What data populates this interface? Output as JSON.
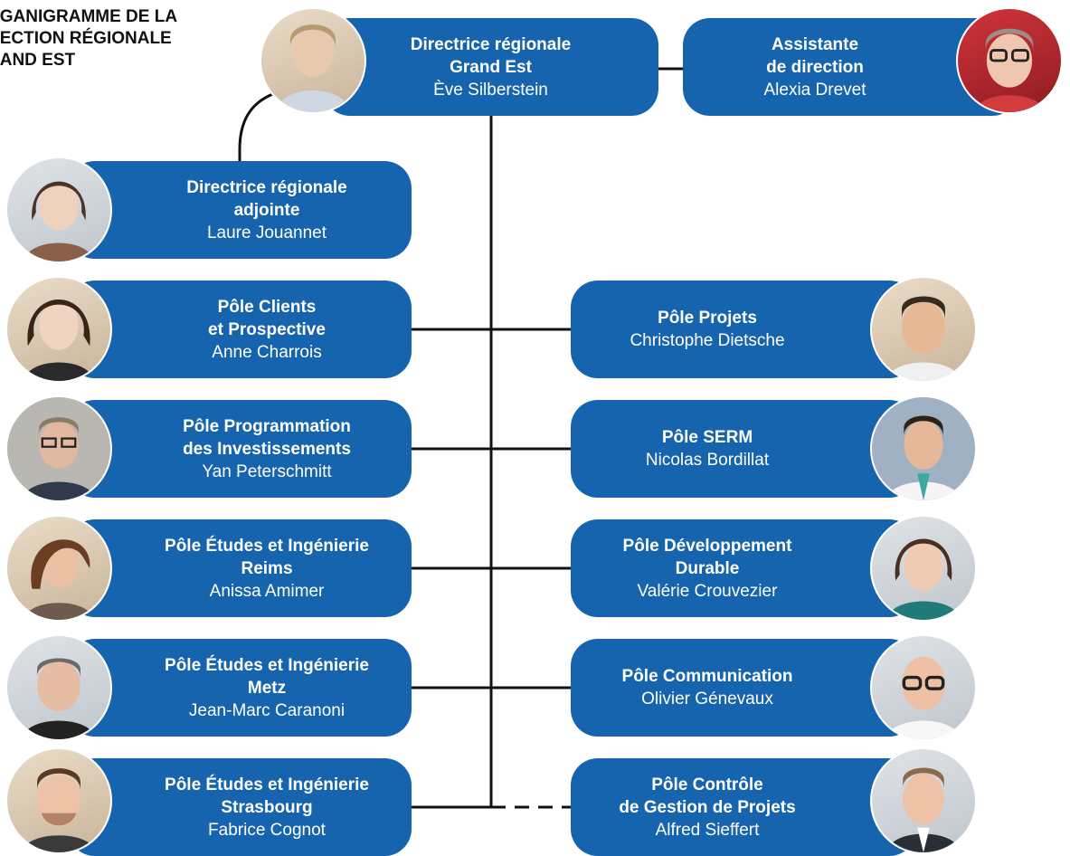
{
  "title": {
    "line1": "RGANIGRAMME DE LA",
    "line2": "RECTION RÉGIONALE",
    "line3": "RAND EST"
  },
  "colors": {
    "box": "#1664ae",
    "line": "#111111",
    "text": "#ffffff"
  },
  "nodes": {
    "director": {
      "line1": "Directrice régionale",
      "line2": "Grand Est",
      "name": "Ève Silberstein"
    },
    "assistant": {
      "line1": "Assistante",
      "line2": "de direction",
      "name": "Alexia Drevet"
    },
    "deputy": {
      "line1": "Directrice régionale",
      "line2": "adjointe",
      "name": "Laure Jouannet"
    },
    "clients": {
      "line1": "Pôle Clients",
      "line2": "et Prospective",
      "name": "Anne Charrois"
    },
    "programmation": {
      "line1": "Pôle Programmation",
      "line2": "des Investissements",
      "name": "Yan Peterschmitt"
    },
    "reims": {
      "line1": "Pôle Études et Ingénierie",
      "line2": "Reims",
      "name": "Anissa Amimer"
    },
    "metz": {
      "line1": "Pôle Études et Ingénierie",
      "line2": "Metz",
      "name": "Jean-Marc Caranoni"
    },
    "strasbourg": {
      "line1": "Pôle Études et Ingénierie",
      "line2": "Strasbourg",
      "name": "Fabrice Cognot"
    },
    "projets": {
      "line1": "Pôle Projets",
      "name": "Christophe Dietsche"
    },
    "serm": {
      "line1": "Pôle SERM",
      "name": "Nicolas Bordillat"
    },
    "dev_durable": {
      "line1": "Pôle Développement",
      "line2": "Durable",
      "name": "Valérie Crouvezier"
    },
    "communication": {
      "line1": "Pôle Communication",
      "name": "Olivier Génevaux"
    },
    "controle": {
      "line1": "Pôle Contrôle",
      "line2": "de Gestion de Projets",
      "name": "Alfred Sieffert"
    }
  }
}
